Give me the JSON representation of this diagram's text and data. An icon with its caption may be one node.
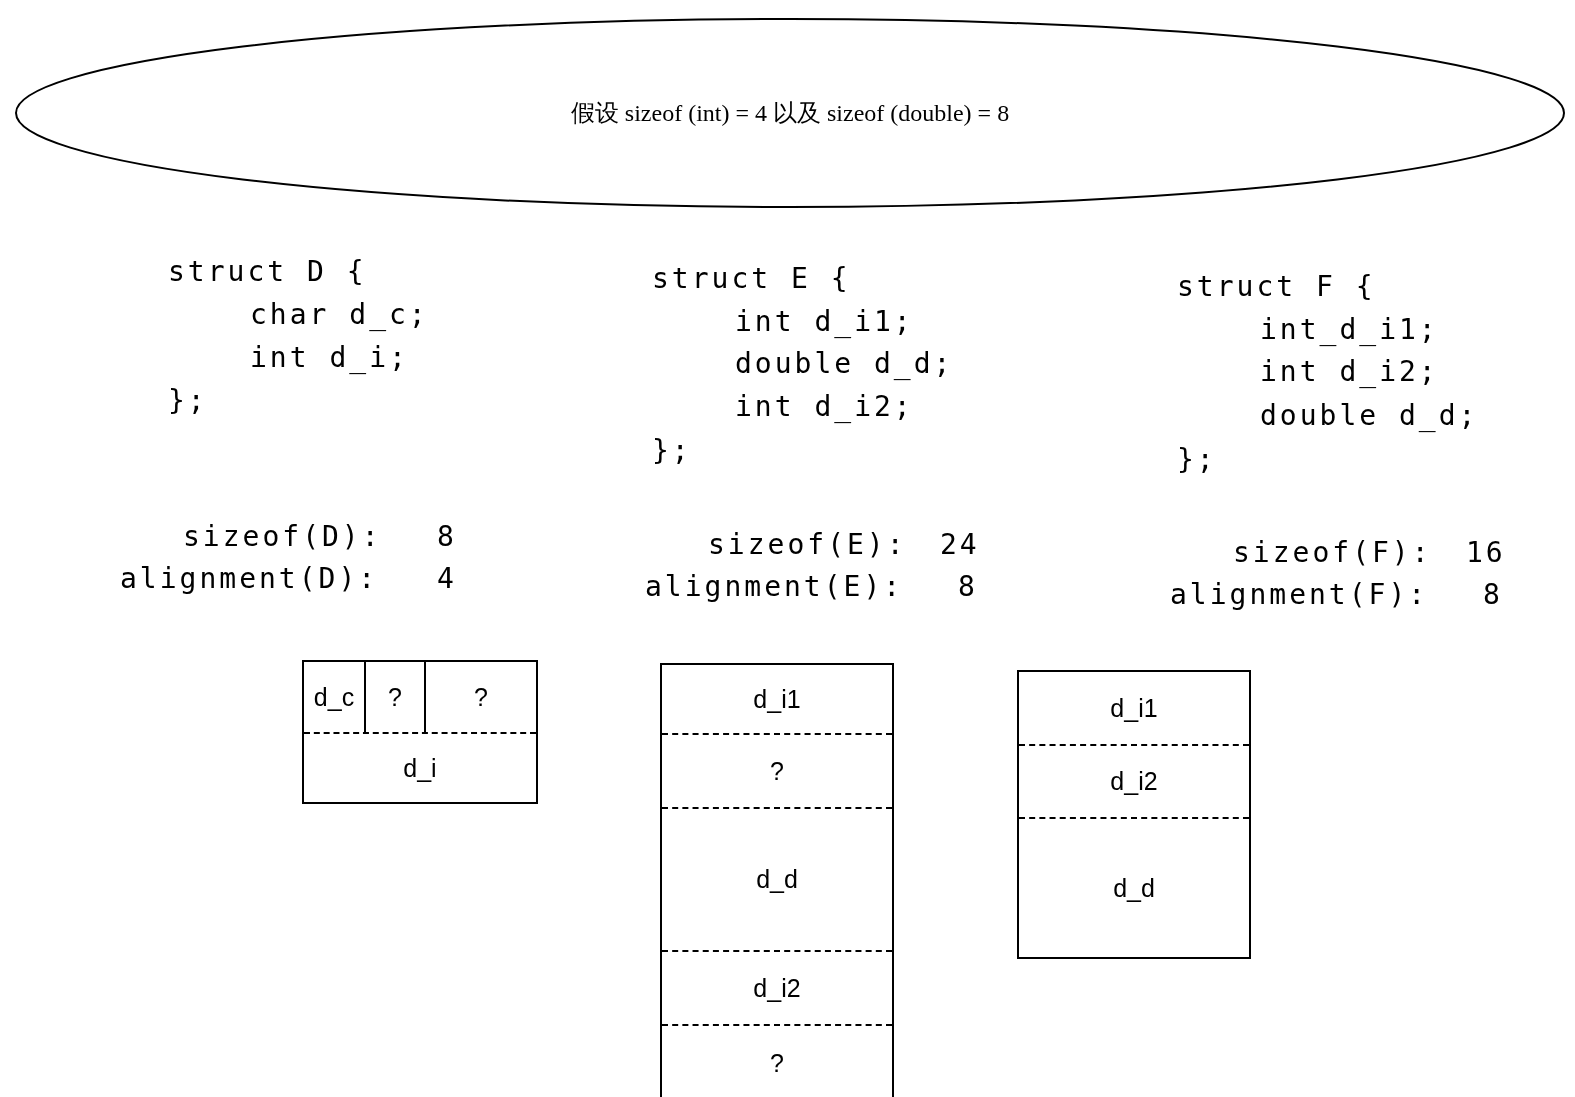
{
  "diagram": {
    "nodes": [
      {
        "text": [
          "假设 sizeof (int) = 4 以及 sizeof (double) = 8"
        ]
      },
      {
        "text": [],
        "shape": "box"
      },
      {
        "text": [
          "d_c"
        ],
        "in": 1
      },
      {
        "text": [
          "?"
        ],
        "in": 1
      },
      {
        "text": [
          "?"
        ],
        "in": 1
      },
      {
        "text": [
          "d_i"
        ],
        "in": 1
      },
      {
        "text": [],
        "shape": "box"
      },
      {
        "text": [
          "d_i1"
        ],
        "in": 6
      },
      {
        "text": [
          "?"
        ],
        "in": 6
      },
      {
        "text": [
          "d_d"
        ],
        "in": 6
      },
      {
        "text": [
          "d_i2"
        ],
        "in": 6
      },
      {
        "text": [
          "?"
        ],
        "in": 6
      },
      {
        "text": [],
        "shape": "box"
      },
      {
        "text": [
          "d_i1"
        ],
        "in": 12
      },
      {
        "text": [
          "d_i2"
        ],
        "in": 12
      },
      {
        "text": [
          "d_d"
        ],
        "in": 12
      }
    ],
    "labels": [
      "struct D {",
      "char d_c;",
      "int d_i;",
      "};",
      "struct E {",
      "int d_i1;",
      "double d_d;",
      "int d_i2;",
      "};",
      "struct F {",
      "int_d_i1;",
      "int d_i2;",
      "double d_d;",
      "};",
      "sizeof(D):",
      "8",
      "alignment(D):",
      "4",
      "sizeof(E):",
      "24",
      "alignment(E):",
      "8",
      "sizeof(F):",
      "16",
      "alignment(F):",
      "8"
    ]
  }
}
